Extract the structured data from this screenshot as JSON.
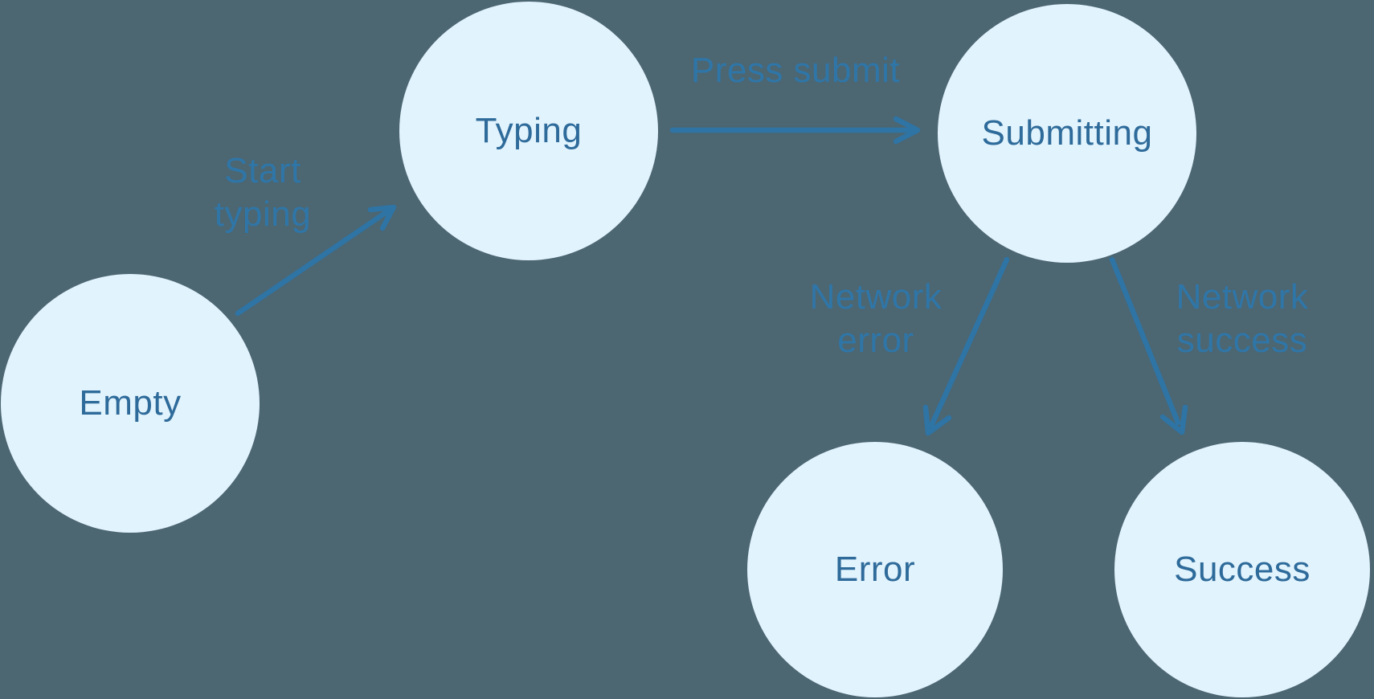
{
  "diagram": {
    "type": "state-machine",
    "colors": {
      "background": "#4C6672",
      "node_fill": "#E1F3FD",
      "node_text": "#2E6B9A",
      "arrow": "#2E74A5",
      "edge_label": "#2F76A8"
    },
    "nodes": [
      {
        "id": "empty",
        "label": "Empty"
      },
      {
        "id": "typing",
        "label": "Typing"
      },
      {
        "id": "submitting",
        "label": "Submitting"
      },
      {
        "id": "error",
        "label": "Error"
      },
      {
        "id": "success",
        "label": "Success"
      }
    ],
    "edges": [
      {
        "from": "empty",
        "to": "typing",
        "label": "Start typing"
      },
      {
        "from": "typing",
        "to": "submitting",
        "label": "Press submit"
      },
      {
        "from": "submitting",
        "to": "error",
        "label": "Network error"
      },
      {
        "from": "submitting",
        "to": "success",
        "label": "Network success"
      }
    ]
  }
}
